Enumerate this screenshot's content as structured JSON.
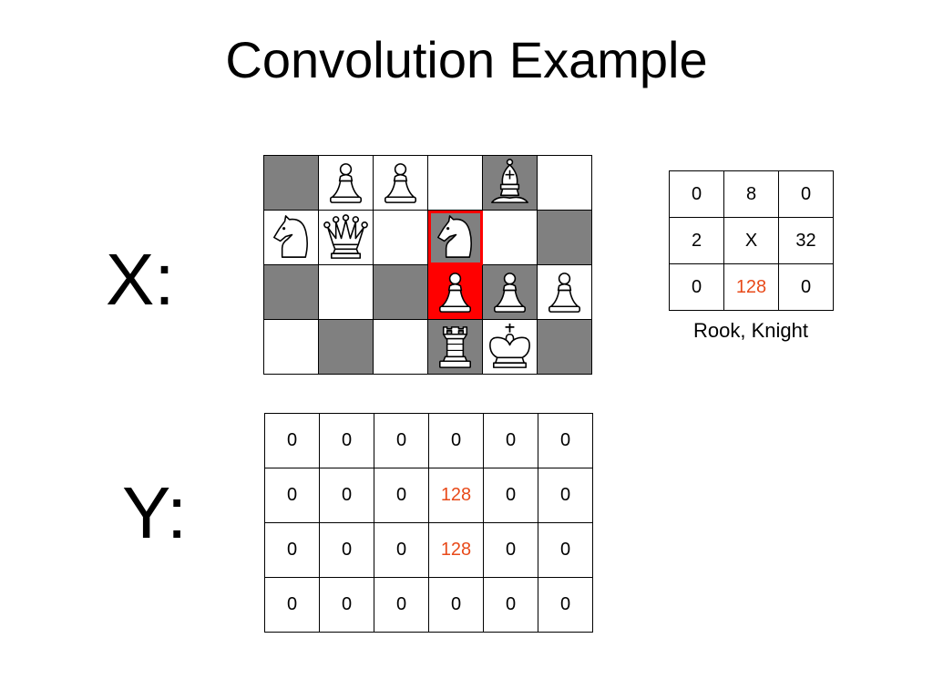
{
  "title": "Convolution Example",
  "labels": {
    "x": "X:",
    "y": "Y:"
  },
  "colors": {
    "accent": "#e84a1a",
    "dark_square": "#808080",
    "highlight": "#ff0000"
  },
  "board": {
    "rows": [
      [
        {
          "shade": "dark",
          "piece": ""
        },
        {
          "shade": "light",
          "piece": "pawn"
        },
        {
          "shade": "light",
          "piece": "pawn"
        },
        {
          "shade": "light",
          "piece": ""
        },
        {
          "shade": "dark",
          "piece": "bishop"
        },
        {
          "shade": "light",
          "piece": ""
        }
      ],
      [
        {
          "shade": "light",
          "piece": "knight"
        },
        {
          "shade": "light",
          "piece": "queen"
        },
        {
          "shade": "light",
          "piece": ""
        },
        {
          "shade": "dark",
          "piece": "knight",
          "highlight": true
        },
        {
          "shade": "light",
          "piece": ""
        },
        {
          "shade": "dark",
          "piece": ""
        }
      ],
      [
        {
          "shade": "dark",
          "piece": ""
        },
        {
          "shade": "light",
          "piece": ""
        },
        {
          "shade": "dark",
          "piece": ""
        },
        {
          "shade": "red",
          "piece": "pawn"
        },
        {
          "shade": "dark",
          "piece": "pawn"
        },
        {
          "shade": "light",
          "piece": "pawn"
        }
      ],
      [
        {
          "shade": "light",
          "piece": ""
        },
        {
          "shade": "dark",
          "piece": ""
        },
        {
          "shade": "light",
          "piece": ""
        },
        {
          "shade": "dark",
          "piece": "rook"
        },
        {
          "shade": "light",
          "piece": "king"
        },
        {
          "shade": "dark",
          "piece": ""
        }
      ]
    ]
  },
  "kernel": {
    "rows": [
      [
        {
          "text": "0"
        },
        {
          "text": "8"
        },
        {
          "text": "0"
        }
      ],
      [
        {
          "text": "2"
        },
        {
          "text": "X"
        },
        {
          "text": "32"
        }
      ],
      [
        {
          "text": "0"
        },
        {
          "text": "128",
          "accent": true
        },
        {
          "text": "0"
        }
      ]
    ],
    "caption": "Rook, Knight"
  },
  "output": {
    "rows": [
      [
        {
          "text": "0"
        },
        {
          "text": "0"
        },
        {
          "text": "0"
        },
        {
          "text": "0"
        },
        {
          "text": "0"
        },
        {
          "text": "0"
        }
      ],
      [
        {
          "text": "0"
        },
        {
          "text": "0"
        },
        {
          "text": "0"
        },
        {
          "text": "128",
          "accent": true
        },
        {
          "text": "0"
        },
        {
          "text": "0"
        }
      ],
      [
        {
          "text": "0"
        },
        {
          "text": "0"
        },
        {
          "text": "0"
        },
        {
          "text": "128",
          "accent": true
        },
        {
          "text": "0"
        },
        {
          "text": "0"
        }
      ],
      [
        {
          "text": "0"
        },
        {
          "text": "0"
        },
        {
          "text": "0"
        },
        {
          "text": "0"
        },
        {
          "text": "0"
        },
        {
          "text": "0"
        }
      ]
    ]
  }
}
